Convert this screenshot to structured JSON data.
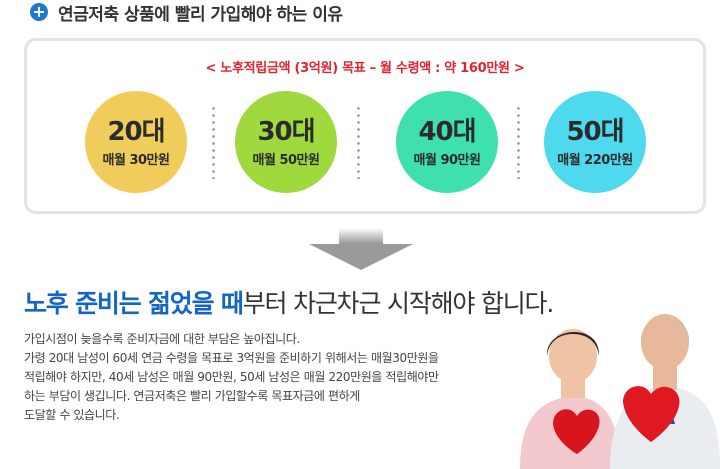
{
  "header": {
    "icon": "plus-circle-icon",
    "title": "연금저축 상품에 빨리 가입해야 하는 이유"
  },
  "panel": {
    "goal": "< 노후적립금액 (3억원) 목표 – 월 수령액 : 약 160만원 >",
    "circles": [
      {
        "age": "20대",
        "amount": "매월 30만원",
        "color": "#f0cd5a"
      },
      {
        "age": "30대",
        "amount": "매월 50만원",
        "color": "#9fd93e"
      },
      {
        "age": "40대",
        "amount": "매월 90만원",
        "color": "#3fe0b0"
      },
      {
        "age": "50대",
        "amount": "매월 220만원",
        "color": "#4fd9ef"
      }
    ]
  },
  "tagline": {
    "blue": "노후 준비는 젊었을 때",
    "rest": "부터 차근차근 시작해야 합니다."
  },
  "description": [
    "가입시점이 늦을수록 준비자금에 대한 부담은 높아집니다.",
    "가령 20대 남성이 60세 연금 수령을 목표로 3억원을 준비하기 위해서는 매월30만원을",
    "적립해야 하지만, 40세 남성은 매월 90만원, 50세 남성은 매월 220만원을 적립해야만",
    "하는 부담이 생깁니다. 연금저축은 빨리 가입할수록 목표자금에 편하게",
    "도달할 수 있습니다."
  ],
  "colors": {
    "accent": "#1565c8",
    "goal": "#e0232e"
  }
}
